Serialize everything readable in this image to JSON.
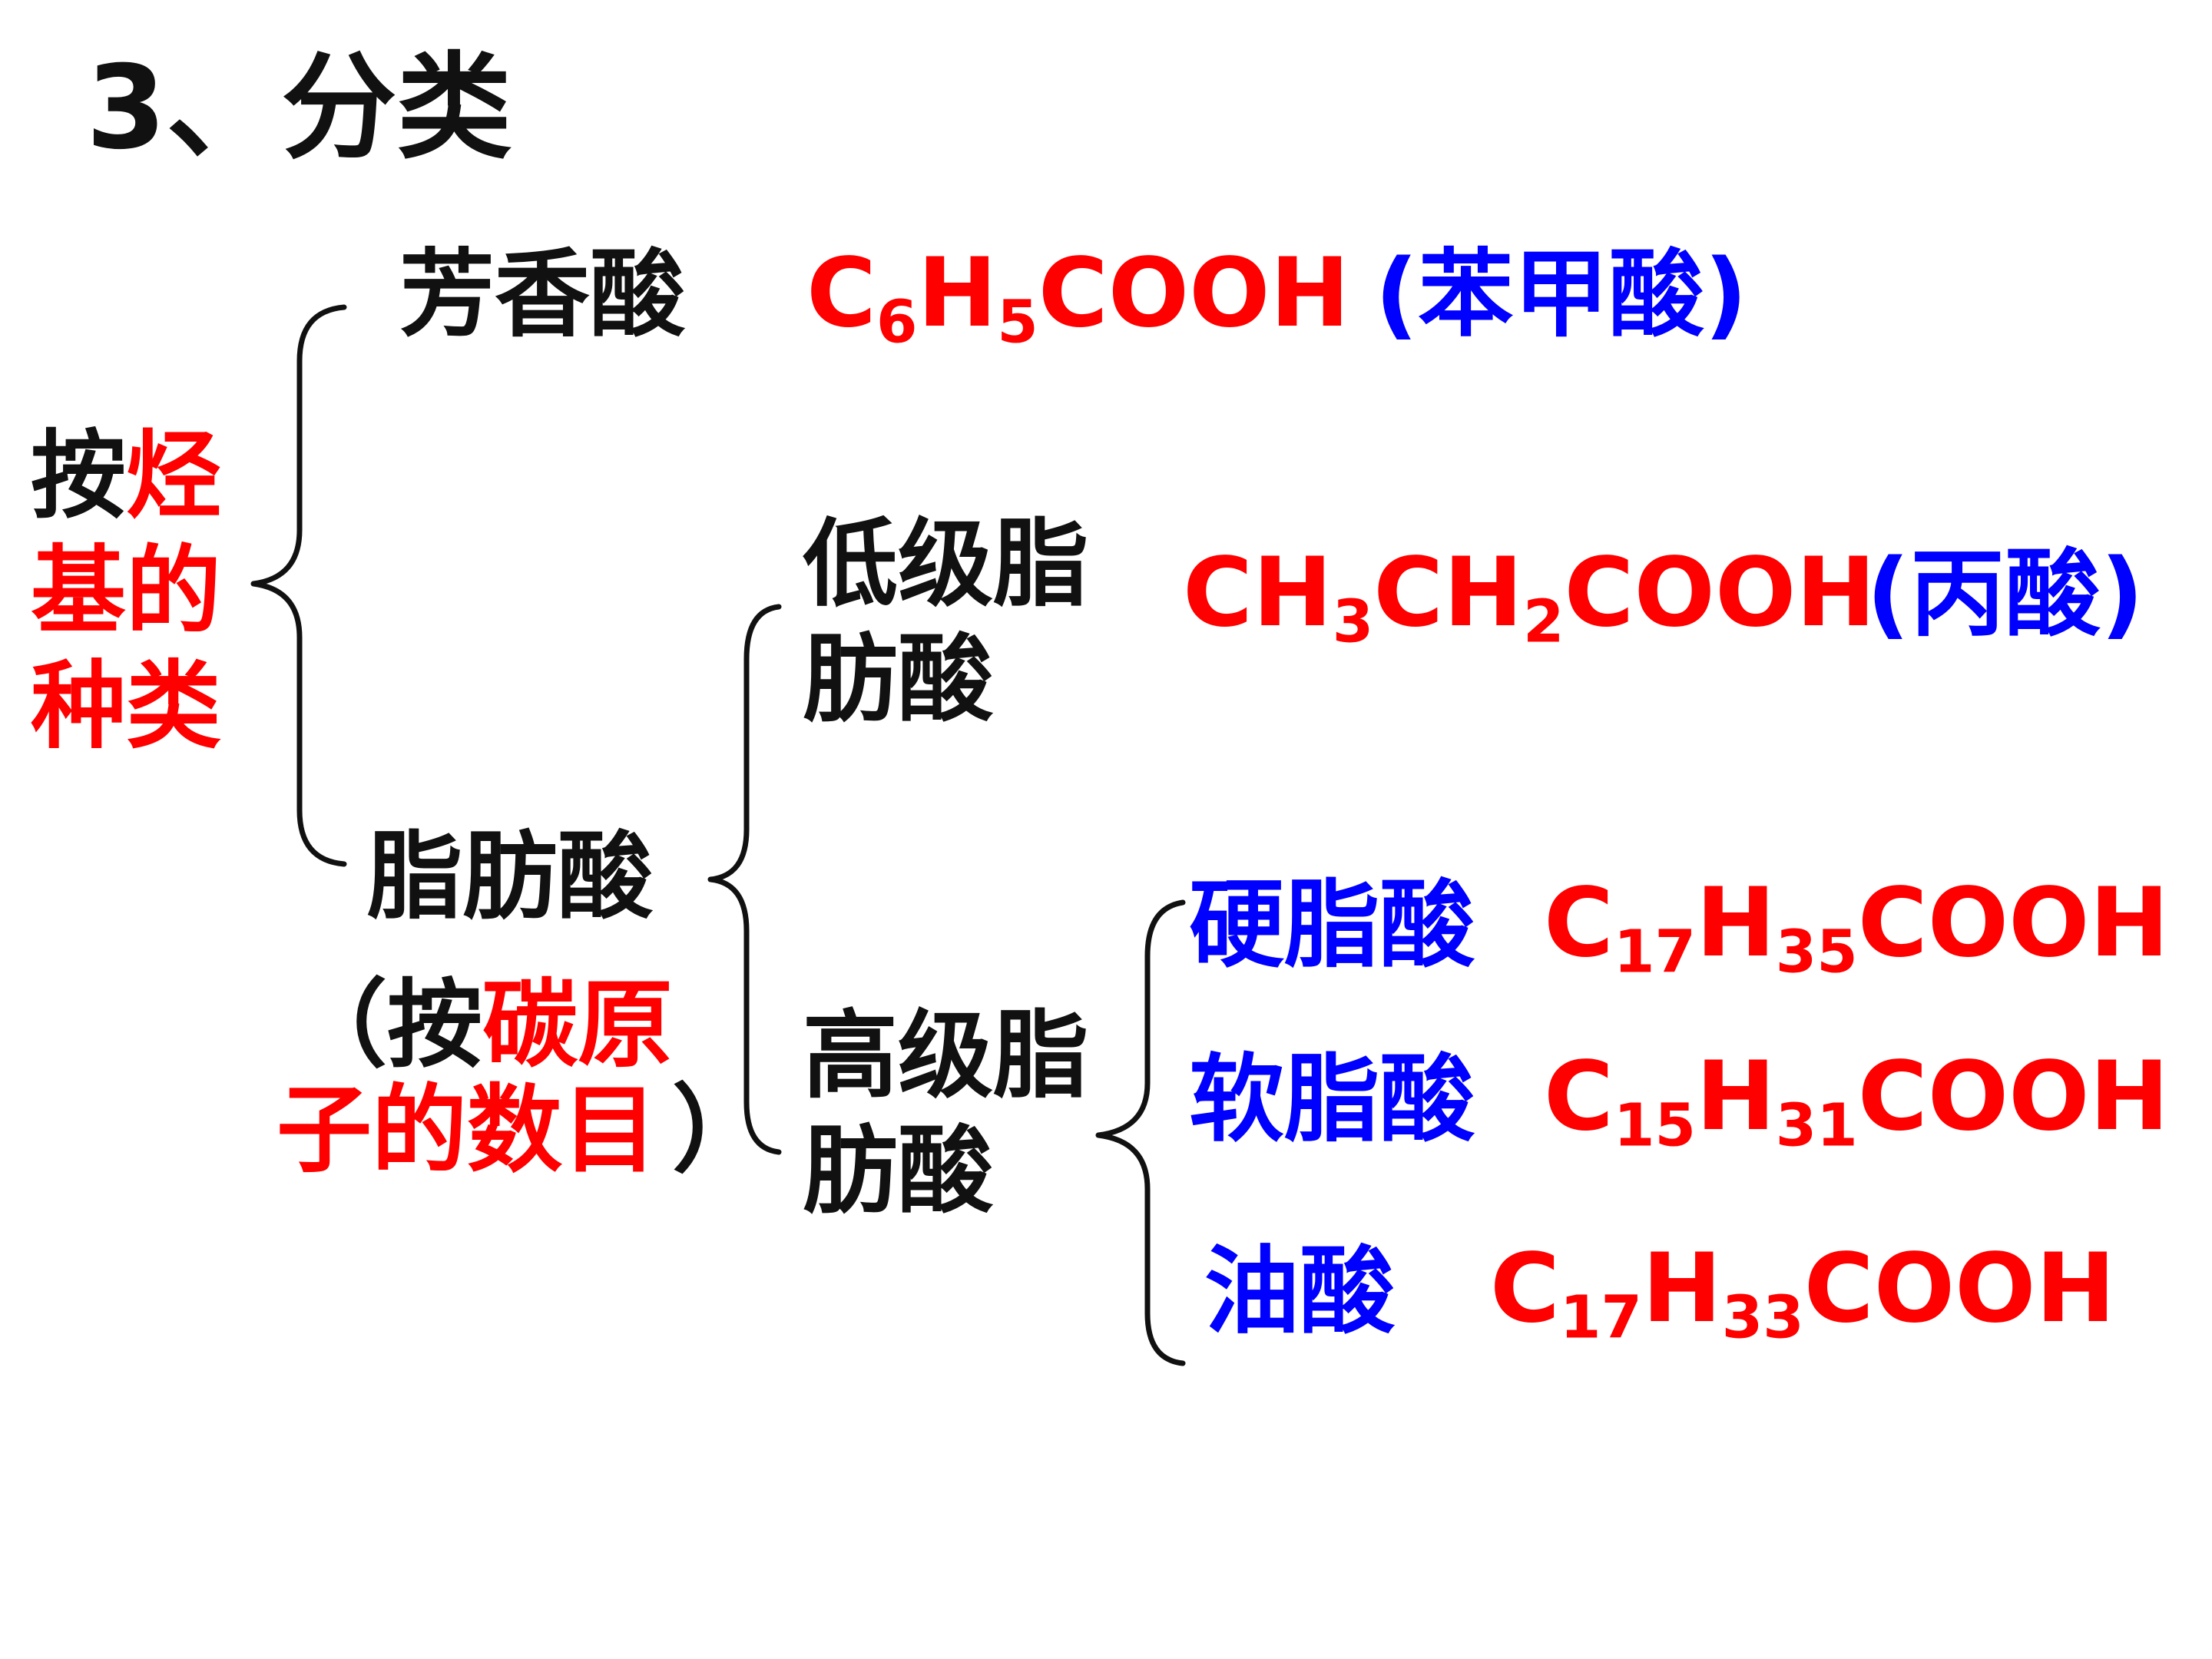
{
  "title": "3、分类",
  "root": {
    "part1": "按",
    "part2": "烃",
    "line2": "基的",
    "line3": "种类"
  },
  "aromatic": {
    "label": "芳香酸",
    "formula": {
      "a": "C",
      "b": "6",
      "c": "H",
      "d": "5",
      "e": "COOH"
    },
    "example": "(苯甲酸)"
  },
  "fatty": {
    "label": "脂肪酸",
    "note_open": "（",
    "note_black": "按",
    "note_red1": "碳原",
    "note_red2": "子的数目",
    "note_close": "）"
  },
  "lower": {
    "line1": "低级脂",
    "line2": "肪酸",
    "formula": {
      "a": "CH",
      "b": "3",
      "c": "CH",
      "d": "2",
      "e": "COOH"
    },
    "example": "(丙酸)"
  },
  "higher": {
    "line1": "高级脂",
    "line2": "肪酸"
  },
  "acids": [
    {
      "name": "硬脂酸",
      "a": "C",
      "b": "17",
      "c": "H",
      "d": "35",
      "e": "COOH"
    },
    {
      "name": "软脂酸",
      "a": "C",
      "b": "15",
      "c": "H",
      "d": "31",
      "e": "COOH"
    },
    {
      "name": "油酸",
      "a": "C",
      "b": "17",
      "c": "H",
      "d": "33",
      "e": "COOH"
    }
  ],
  "colors": {
    "black": "#111111",
    "red": "#ff0000",
    "blue": "#0000ff"
  }
}
